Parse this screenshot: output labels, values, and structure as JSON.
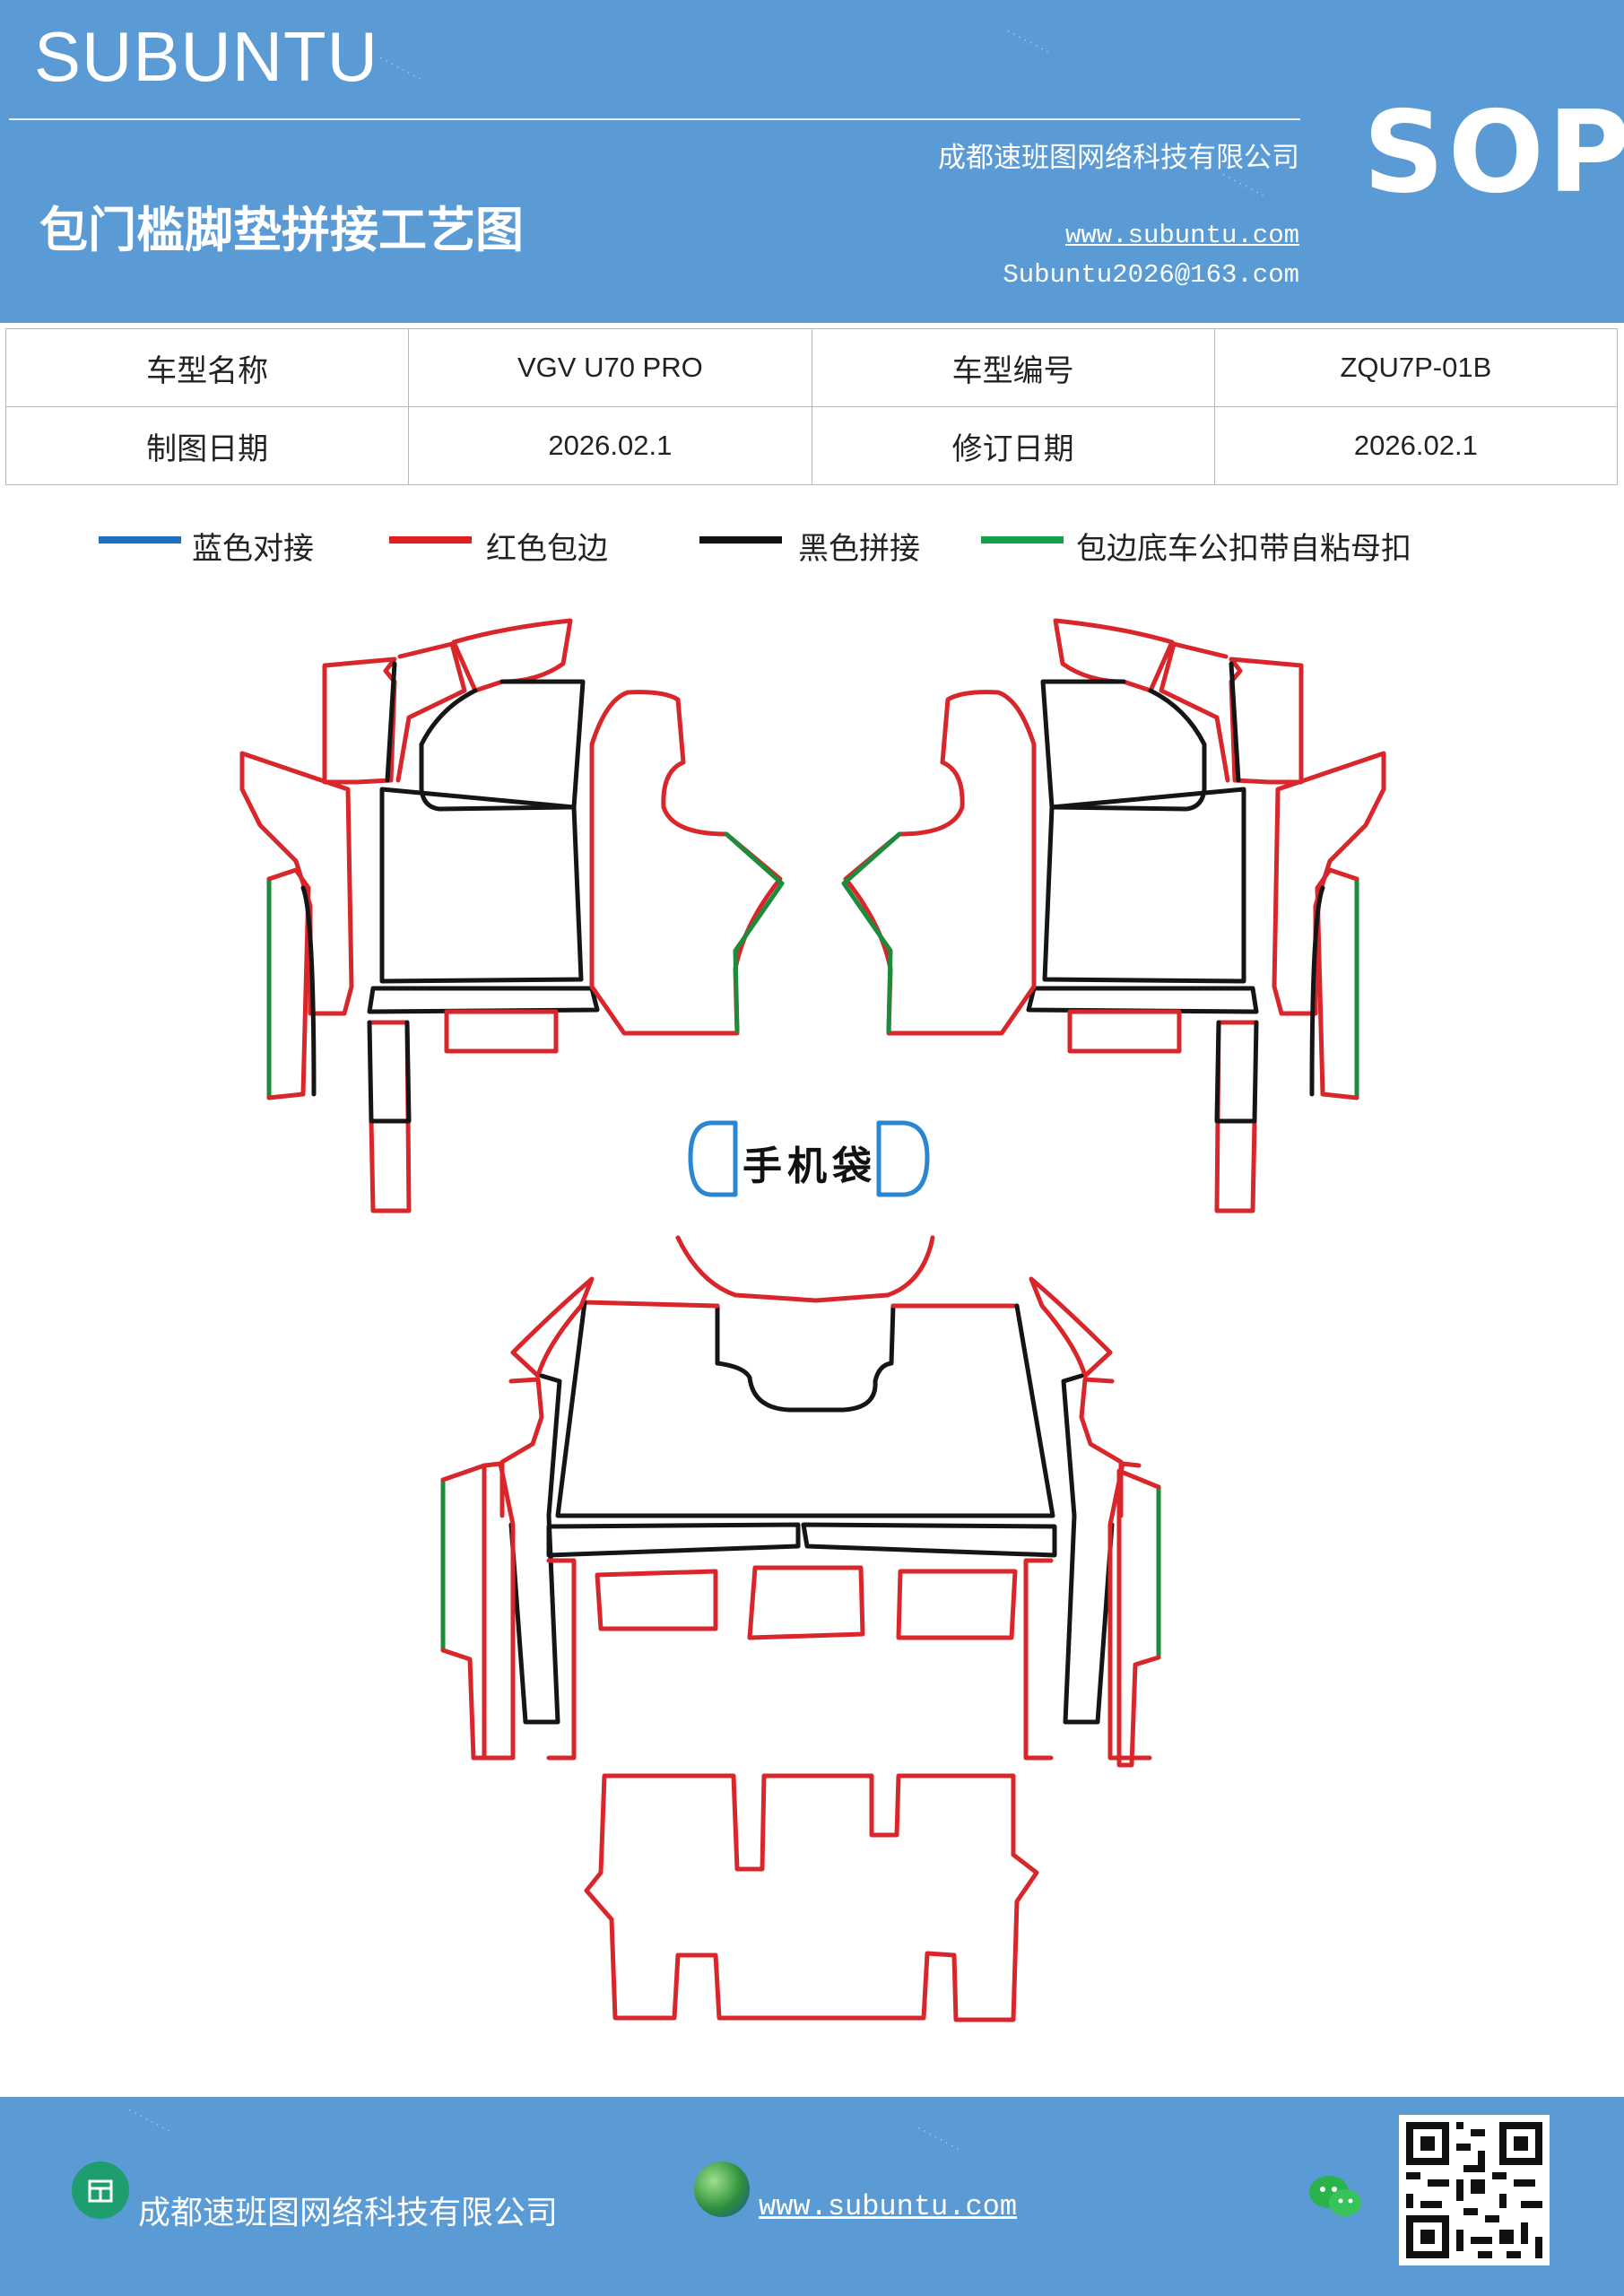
{
  "header": {
    "brand": "SUBUNTU",
    "company": "成都速班图网络科技有限公司",
    "title": "包门槛脚垫拼接工艺图",
    "website": "www.subuntu.com",
    "email": "Subuntu2026@163.com",
    "sop_label": "SOP"
  },
  "info_table": {
    "rows": [
      [
        "车型名称",
        "VGV  U70  PRO",
        "车型编号",
        "ZQU7P-01B"
      ],
      [
        "制图日期",
        "2026.02.1",
        "修订日期",
        "2026.02.1"
      ]
    ]
  },
  "legend": [
    {
      "label": "蓝色对接",
      "color": "#1f6fbf"
    },
    {
      "label": "红色包边",
      "color": "#e02020"
    },
    {
      "label": "黑色拼接",
      "color": "#111111"
    },
    {
      "label": "包边底车公扣带自粘母扣",
      "color": "#13a04a"
    }
  ],
  "diagram": {
    "pocket_label": "手机袋",
    "colors": {
      "blue": "#2a86d1",
      "red": "#d8262b",
      "black": "#151515",
      "green": "#1c8c3a"
    }
  },
  "footer": {
    "company": "成都速班图网络科技有限公司",
    "website": "www.subuntu.com"
  }
}
